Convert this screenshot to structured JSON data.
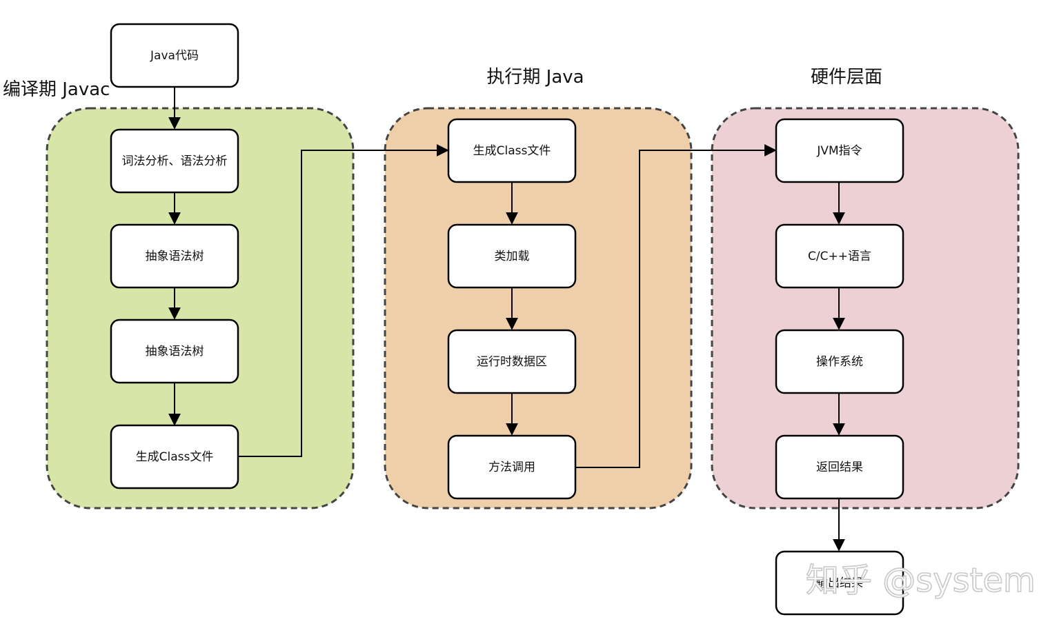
{
  "titles": {
    "compile": "编译期 Javac",
    "execute": "执行期 Java",
    "hardware": "硬件层面"
  },
  "nodes": {
    "java_code": "Java代码",
    "lexical": "词法分析、语法分析",
    "ast1": "抽象语法树",
    "ast2": "抽象语法树",
    "class_file_1": "生成Class文件",
    "class_file_2": "生成Class文件",
    "class_load": "类加载",
    "runtime_data": "运行时数据区",
    "method_call": "方法调用",
    "jvm_instr": "JVM指令",
    "c_lang": "C/C++语言",
    "os": "操作系统",
    "return_result": "返回结果",
    "output_result": "输出结果"
  },
  "watermark": "知乎 @system",
  "colors": {
    "compile_bg": "#d7e6a8",
    "execute_bg": "#eecfaa",
    "hardware_bg": "#ecd0d3",
    "border": "#000000",
    "dash": "#444444"
  }
}
